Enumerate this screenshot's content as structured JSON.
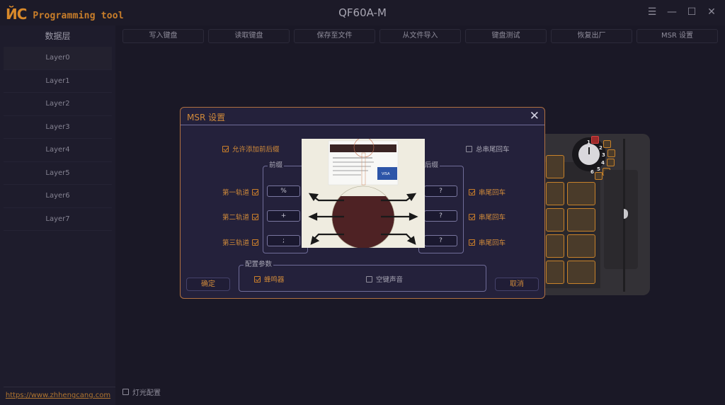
{
  "app": {
    "logo_mark": "ЙC",
    "logo_text": "Programming tool",
    "title": "QF60A-M",
    "window_controls": [
      {
        "name": "menu-icon",
        "glyph": "☰"
      },
      {
        "name": "minimize-icon",
        "glyph": "—"
      },
      {
        "name": "maximize-icon",
        "glyph": "☐"
      },
      {
        "name": "close-icon",
        "glyph": "✕"
      }
    ]
  },
  "sidebar": {
    "header": "数据层",
    "items": [
      {
        "label": "Layer0",
        "active": true
      },
      {
        "label": "Layer1"
      },
      {
        "label": "Layer2"
      },
      {
        "label": "Layer3"
      },
      {
        "label": "Layer4"
      },
      {
        "label": "Layer5"
      },
      {
        "label": "Layer6"
      },
      {
        "label": "Layer7"
      }
    ],
    "footer_link": "https://www.zhhengcang.com"
  },
  "toolbar": {
    "buttons": [
      "写入键盘",
      "读取键盘",
      "保存至文件",
      "从文件导入",
      "键盘测试",
      "恢复出厂",
      "MSR 设置"
    ]
  },
  "light_config": {
    "label": "灯光配置",
    "checked": false
  },
  "device": {
    "dial_numbers": [
      "1",
      "2",
      "3",
      "4",
      "5",
      "6"
    ]
  },
  "dialog": {
    "title": "MSR 设置",
    "close_glyph": "✕",
    "allow_prefix_suffix": {
      "label": "允许添加前后缀",
      "checked": true
    },
    "total_tail_enter": {
      "label": "总串尾回车",
      "checked": false
    },
    "prefix_group": "前缀",
    "suffix_group": "后缀",
    "tracks": [
      {
        "label": "第一轨道",
        "enabled": true,
        "prefix": "%",
        "suffix": "?",
        "tail_enter_label": "串尾回车",
        "tail_enter": true
      },
      {
        "label": "第二轨道",
        "enabled": true,
        "prefix": "+",
        "suffix": "?",
        "tail_enter_label": "串尾回车",
        "tail_enter": true
      },
      {
        "label": "第三轨道",
        "enabled": true,
        "prefix": ";",
        "suffix": "?",
        "tail_enter_label": "串尾回车",
        "tail_enter": true
      }
    ],
    "config_group": "配置参数",
    "buzzer": {
      "label": "蜂鸣器",
      "checked": true
    },
    "empty_key_sound": {
      "label": "空键声音",
      "checked": false
    },
    "ok_label": "确定",
    "cancel_label": "取消",
    "card_preview": {
      "brand": "VISA"
    }
  },
  "colors": {
    "accent": "#d08a3a",
    "background": "#1a1826",
    "dialog_bg": "#24213b",
    "dialog_border": "#b07040",
    "key_border": "#c8822a"
  }
}
